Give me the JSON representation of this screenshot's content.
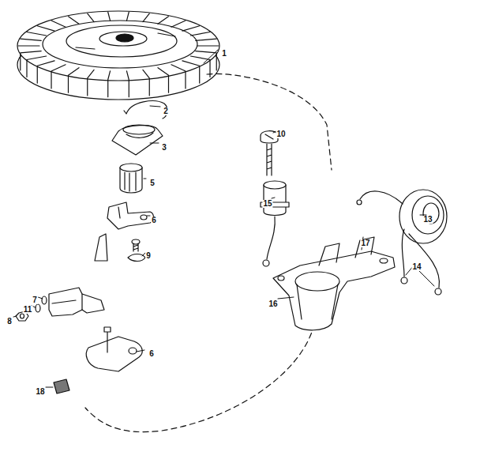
{
  "diagram": {
    "labels": [
      "1",
      "2",
      "3",
      "5",
      "6",
      "10",
      "15",
      "17",
      "13",
      "7",
      "11",
      "8",
      "9",
      "14",
      "16",
      "6",
      "18"
    ]
  }
}
